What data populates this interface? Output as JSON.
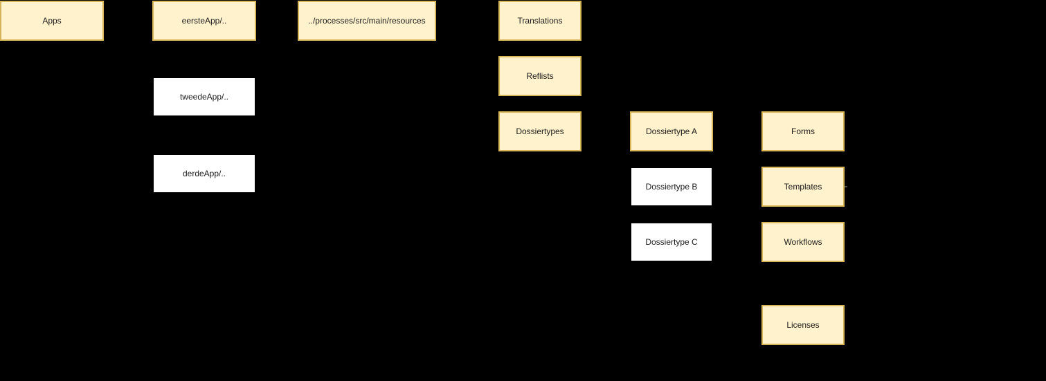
{
  "diagram": {
    "background": "#000000",
    "colors": {
      "cream_fill": "#FFF2CC",
      "cream_border": "#D6B656",
      "white_fill": "#FFFFFF",
      "white_border": "#000000",
      "text": "#1A1A1A"
    },
    "nodes": [
      {
        "id": "apps",
        "label": "Apps",
        "style": "cream"
      },
      {
        "id": "eersteapp",
        "label": "eersteApp/..",
        "style": "cream"
      },
      {
        "id": "resources",
        "label": "../processes/src/main/resources",
        "style": "cream"
      },
      {
        "id": "tweedeapp",
        "label": "tweedeApp/..",
        "style": "white"
      },
      {
        "id": "derdeapp",
        "label": "derdeApp/..",
        "style": "white"
      },
      {
        "id": "translations",
        "label": "Translations",
        "style": "cream"
      },
      {
        "id": "reflists",
        "label": "Reflists",
        "style": "cream"
      },
      {
        "id": "dossiertypes",
        "label": "Dossiertypes",
        "style": "cream"
      },
      {
        "id": "dossiertype-a",
        "label": "Dossiertype A",
        "style": "cream"
      },
      {
        "id": "dossiertype-b",
        "label": "Dossiertype B",
        "style": "white"
      },
      {
        "id": "dossiertype-c",
        "label": "Dossiertype C",
        "style": "white"
      },
      {
        "id": "forms",
        "label": "Forms",
        "style": "cream"
      },
      {
        "id": "templates",
        "label": "Templates",
        "style": "cream"
      },
      {
        "id": "workflows",
        "label": "Workflows",
        "style": "cream"
      },
      {
        "id": "licenses",
        "label": "Licenses",
        "style": "cream"
      }
    ]
  }
}
